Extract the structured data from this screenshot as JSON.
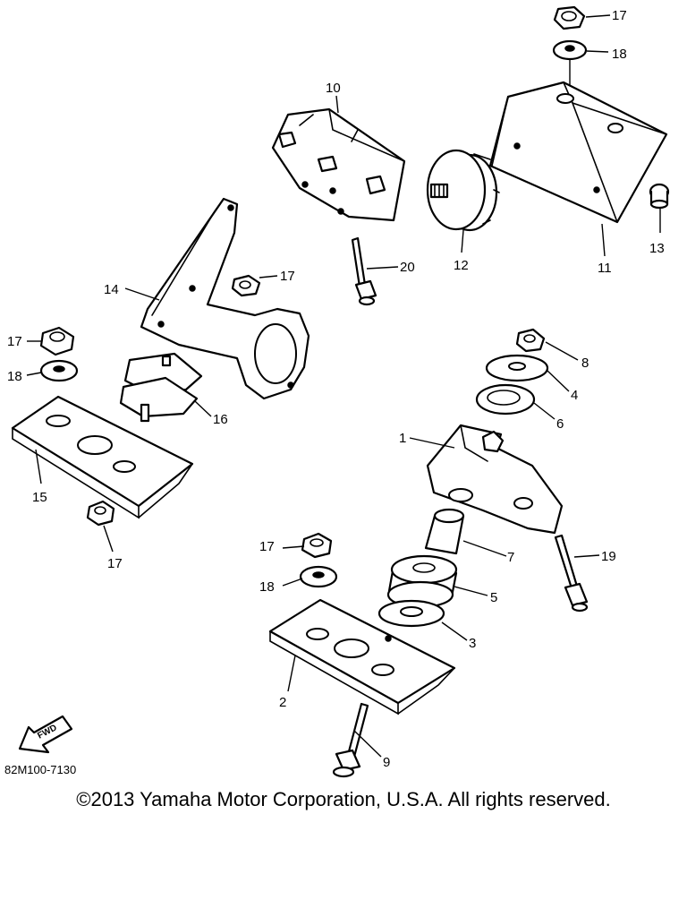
{
  "diagram": {
    "callouts": [
      {
        "id": "c17a",
        "label": "17"
      },
      {
        "id": "c18a",
        "label": "18"
      },
      {
        "id": "c10",
        "label": "10"
      },
      {
        "id": "c11",
        "label": "11"
      },
      {
        "id": "c12",
        "label": "12"
      },
      {
        "id": "c13",
        "label": "13"
      },
      {
        "id": "c20",
        "label": "20"
      },
      {
        "id": "c14",
        "label": "14"
      },
      {
        "id": "c17b",
        "label": "17"
      },
      {
        "id": "c17c",
        "label": "17"
      },
      {
        "id": "c18b",
        "label": "18"
      },
      {
        "id": "c16",
        "label": "16"
      },
      {
        "id": "c15",
        "label": "15"
      },
      {
        "id": "c17d",
        "label": "17"
      },
      {
        "id": "c8",
        "label": "8"
      },
      {
        "id": "c4",
        "label": "4"
      },
      {
        "id": "c6",
        "label": "6"
      },
      {
        "id": "c1",
        "label": "1"
      },
      {
        "id": "c7",
        "label": "7"
      },
      {
        "id": "c19",
        "label": "19"
      },
      {
        "id": "c17e",
        "label": "17"
      },
      {
        "id": "c18c",
        "label": "18"
      },
      {
        "id": "c5",
        "label": "5"
      },
      {
        "id": "c3",
        "label": "3"
      },
      {
        "id": "c2",
        "label": "2"
      },
      {
        "id": "c9",
        "label": "9"
      }
    ],
    "fwd_label": "FWD",
    "code": "82M100-7130"
  },
  "footer": {
    "copyright": "©2013 Yamaha Motor Corporation, U.S.A. All rights reserved."
  }
}
